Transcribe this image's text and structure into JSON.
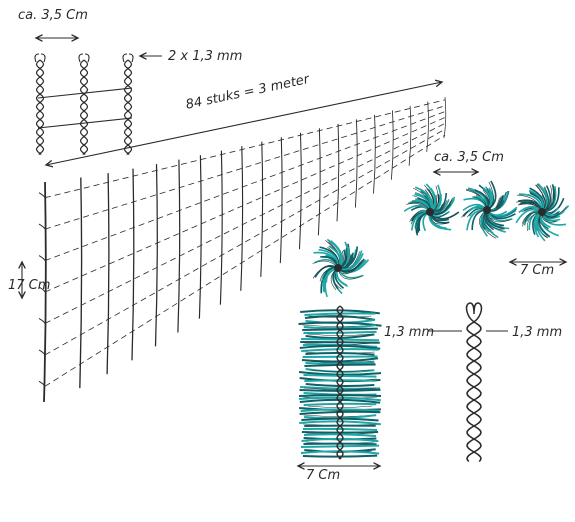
{
  "labels": {
    "top_width": "ca. 3,5 Cm",
    "wire_thickness": "2 x 1,3 mm",
    "count_length": "84 stuks = 3 meter",
    "height": "17 Cm",
    "pompom_width": "ca. 3,5 Cm",
    "pompom_spacing": "7 Cm",
    "wire_left": "1,3 mm",
    "wire_right": "1,3 mm",
    "roll_width": "7 Cm"
  },
  "colors": {
    "ink": "#2b2b2b",
    "teal": "#1fa6a6",
    "dark_teal": "#0f5f66"
  },
  "icons": {
    "arrow": "double-arrow-icon",
    "pompom": "tinsel-pompom-icon",
    "twisted_wire": "twisted-wire-icon"
  }
}
